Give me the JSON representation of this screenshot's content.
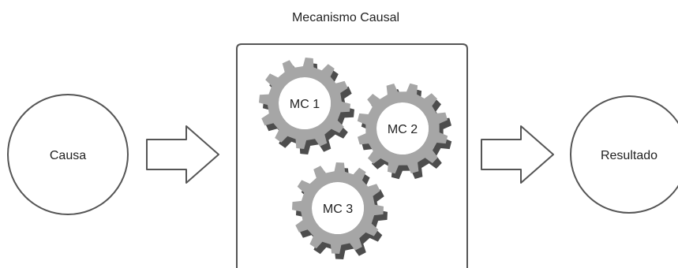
{
  "diagram": {
    "mechanism_title": "Mecanismo Causal",
    "cause_label": "Causa",
    "result_label": "Resultado",
    "gears": [
      {
        "label": "MC 1"
      },
      {
        "label": "MC 2"
      },
      {
        "label": "MC 3"
      }
    ]
  },
  "colors": {
    "stroke": "#555555",
    "gear_fill": "#a6a6a6",
    "gear_shadow": "#4d4d4d",
    "text": "#222222",
    "background": "#ffffff"
  }
}
